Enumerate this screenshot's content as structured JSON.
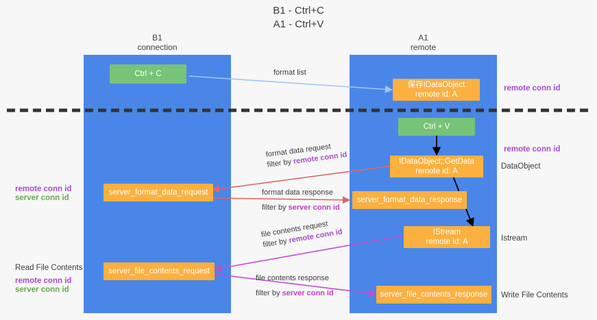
{
  "title": "B1 - Ctrl+C\nA1 - Ctrl+V",
  "colors": {
    "lane": "#4a86e8",
    "green_box": "#77c377",
    "orange_box": "#fbb03f",
    "remote_conn_id": "#a64ccc",
    "server_conn_id_left": "#6aa84f",
    "server_conn_id_mid": "#c040c0",
    "arrow_format_list": "#9fc5f8",
    "arrow_format_data": "#e06666",
    "arrow_file_contents": "#c24cd0",
    "arrow_black": "#000000",
    "divider": "#333333",
    "background": "#f7f7f7"
  },
  "columns": [
    {
      "id": "b1",
      "header": "B1\nconnection"
    },
    {
      "id": "a1",
      "header": "A1\nremote"
    }
  ],
  "nodes": [
    {
      "id": "ctrl-c",
      "label": "Ctrl + C",
      "style": "green",
      "column": "b1"
    },
    {
      "id": "save-idataobject",
      "label": "保存IDataObject\nremote id: A",
      "style": "orange",
      "column": "a1"
    },
    {
      "id": "ctrl-v",
      "label": "Ctrl + V",
      "style": "green",
      "column": "a1"
    },
    {
      "id": "idataobject-getdata",
      "label": "IDataObject::GetData\nremote id: A",
      "style": "orange",
      "column": "a1"
    },
    {
      "id": "server-format-data-request",
      "label": "server_format_data_request",
      "style": "orange",
      "column": "b1"
    },
    {
      "id": "server-format-data-response",
      "label": "server_format_data_response",
      "style": "orange",
      "column": "a1"
    },
    {
      "id": "istream",
      "label": "IStream\nremote id: A",
      "style": "orange",
      "column": "a1"
    },
    {
      "id": "server-file-contents-request",
      "label": "server_file_contents_request",
      "style": "orange",
      "column": "b1"
    },
    {
      "id": "server-file-contents-response",
      "label": "server_file_contents_response",
      "style": "orange",
      "column": "a1"
    }
  ],
  "captions": {
    "format_list": "format list",
    "format_data_request": "format data request",
    "format_data_request_filter_prefix": "filter by ",
    "format_data_request_filter_key": "remote conn id",
    "format_data_response": "format data response",
    "format_data_response_filter_prefix": "filter by ",
    "format_data_response_filter_key": "server conn id",
    "file_contents_request": "file contents request",
    "file_contents_request_filter_prefix": "filter by ",
    "file_contents_request_filter_key": "remote conn id",
    "file_contents_response": "file contents response",
    "file_contents_response_filter_prefix": "filter by ",
    "file_contents_response_filter_key": "server conn id"
  },
  "right_labels": {
    "remote_conn_id_top": "remote conn id",
    "remote_conn_id_mid": "remote conn id",
    "data_object": "DataObject",
    "istream": "Istream",
    "write_file_contents": "Write File Contents"
  },
  "left_labels": {
    "remote_conn_id_mid": "remote conn id",
    "server_conn_id_mid": "server conn id",
    "read_file_contents": "Read File Contents",
    "remote_conn_id_bottom": "remote conn id",
    "server_conn_id_bottom": "server conn id"
  }
}
